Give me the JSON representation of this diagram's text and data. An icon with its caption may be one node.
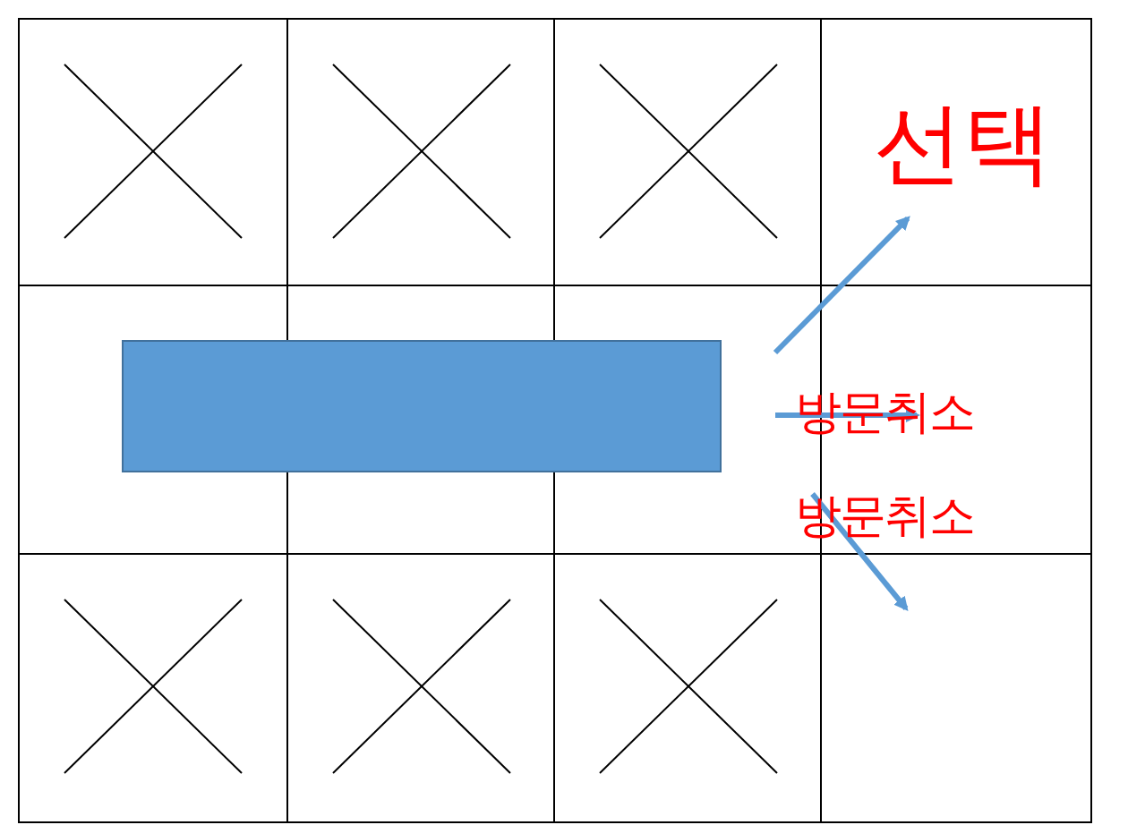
{
  "diagram": {
    "nodes": [
      {
        "text": [],
        "shape": "bar"
      },
      {
        "text": [
          "선택"
        ]
      },
      {
        "text": [
          "방문취소"
        ]
      },
      {
        "text": [
          "방문취소"
        ]
      }
    ],
    "edges": [
      {
        "from": null,
        "to": 1,
        "arrow": "to"
      },
      {
        "from": null,
        "to": 2,
        "arrow": "to"
      },
      {
        "from": 3,
        "to": null,
        "arrow": "to"
      }
    ]
  }
}
